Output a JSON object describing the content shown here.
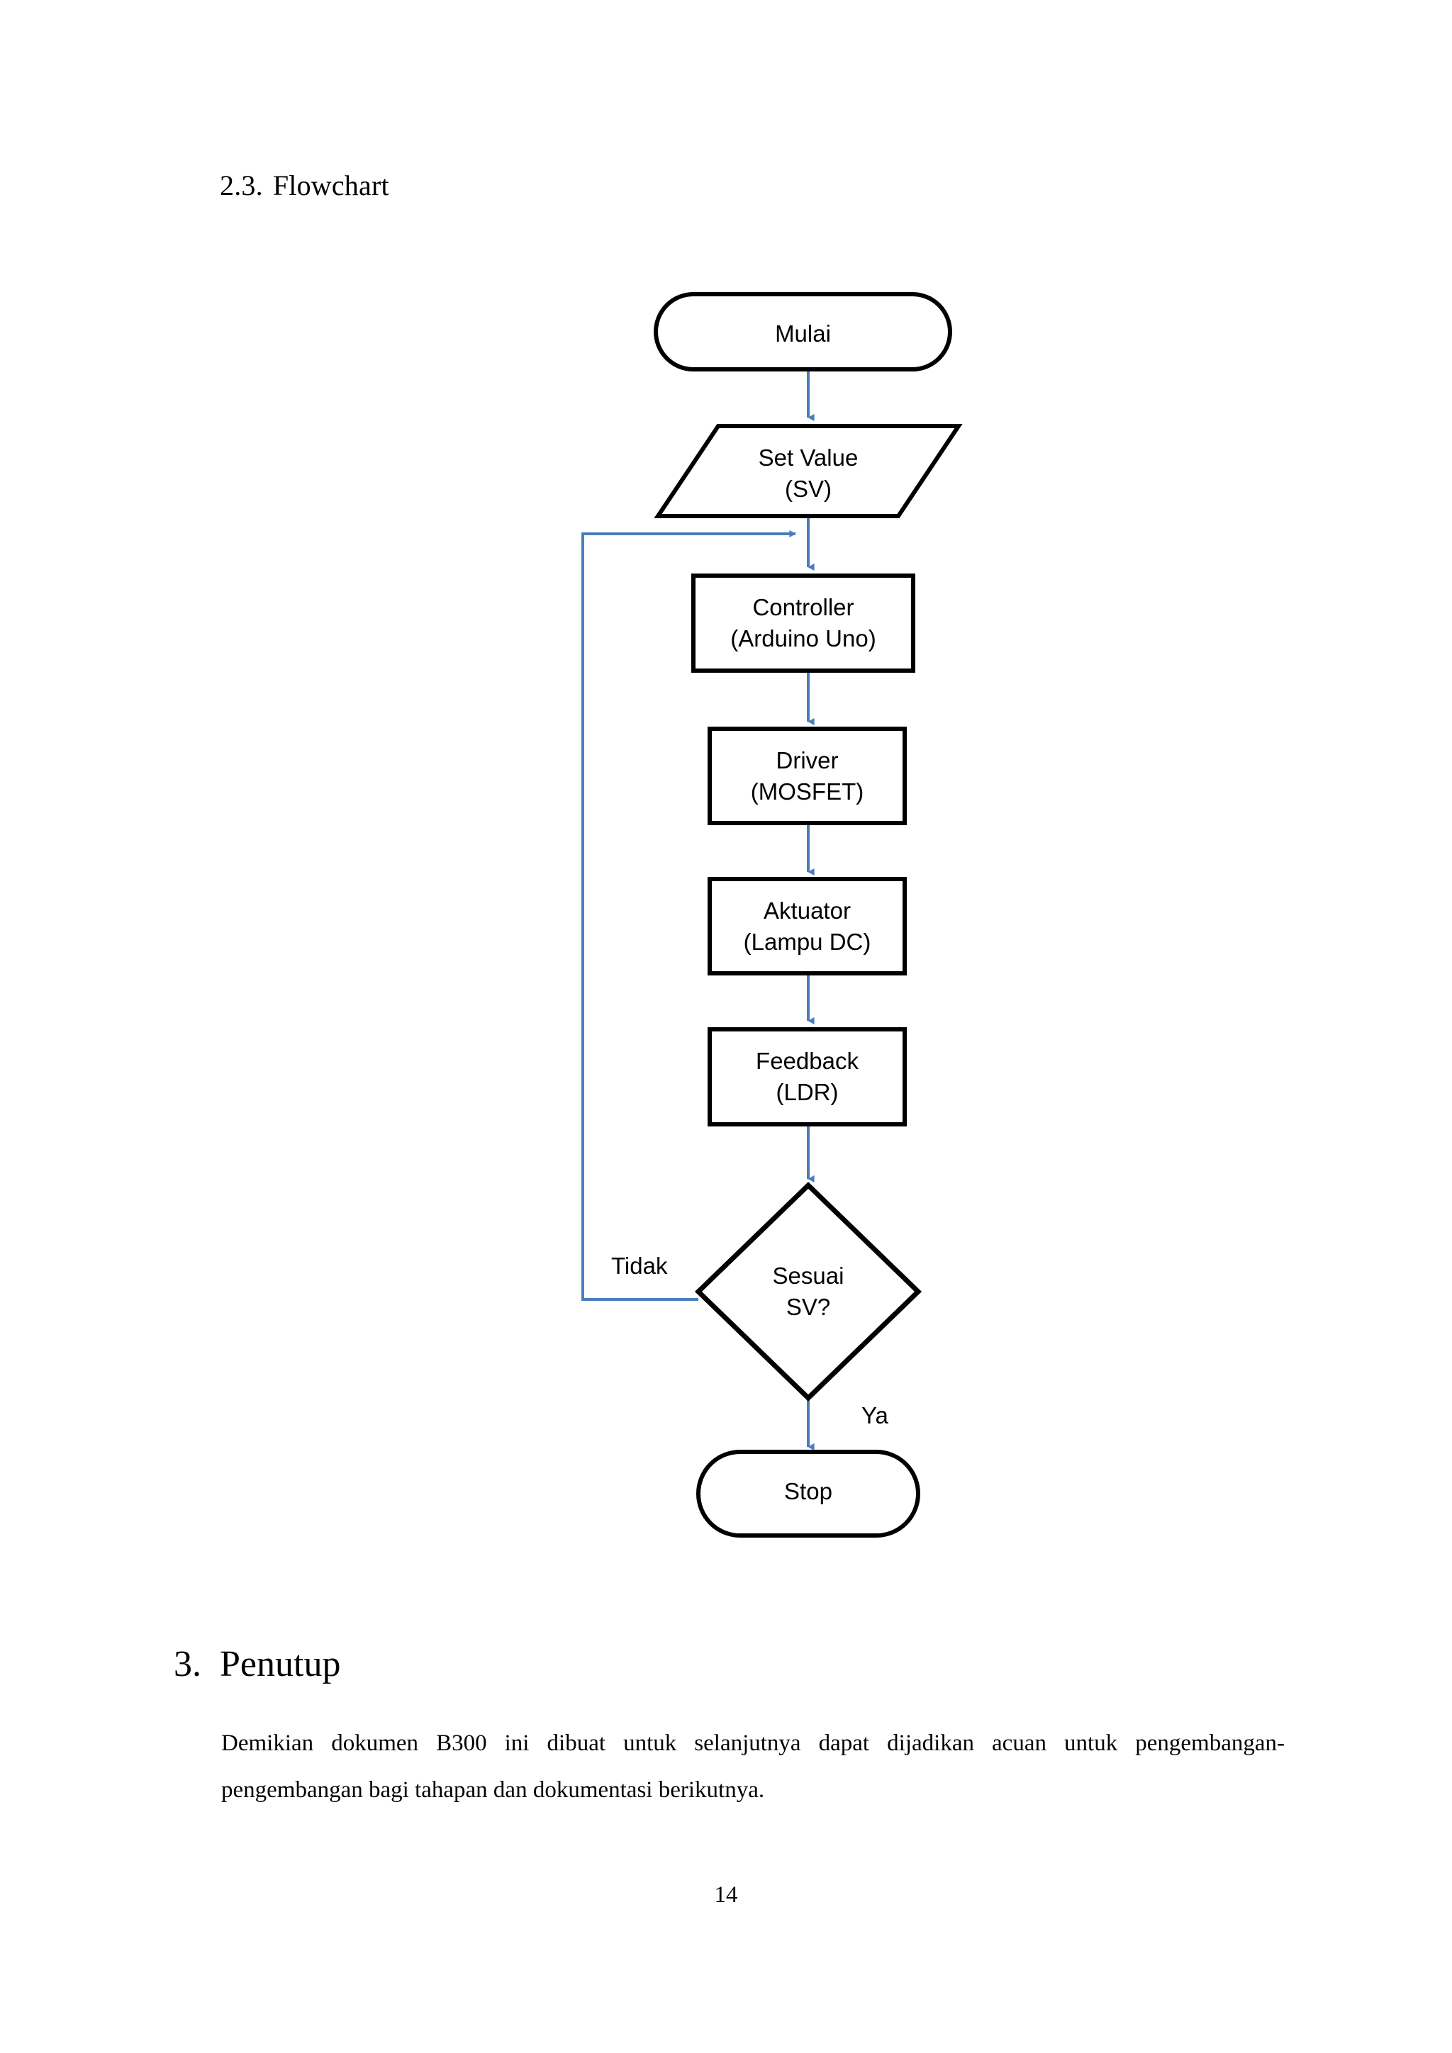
{
  "document": {
    "page_number": "14"
  },
  "section_heading": {
    "number": "2.3.",
    "title": "Flowchart"
  },
  "flowchart": {
    "nodes": [
      {
        "id": "start",
        "shape": "terminator",
        "label": "Mulai"
      },
      {
        "id": "set_value",
        "shape": "parallelogram",
        "label": "Set Value\n(SV)"
      },
      {
        "id": "controller",
        "shape": "process",
        "label": "Controller\n(Arduino Uno)"
      },
      {
        "id": "driver",
        "shape": "process",
        "label": "Driver\n(MOSFET)"
      },
      {
        "id": "aktuator",
        "shape": "process",
        "label": "Aktuator\n(Lampu DC)"
      },
      {
        "id": "feedback",
        "shape": "process",
        "label": "Feedback\n(LDR)"
      },
      {
        "id": "decision",
        "shape": "decision",
        "label": "Sesuai\nSV?"
      },
      {
        "id": "stop",
        "shape": "terminator",
        "label": "Stop"
      }
    ],
    "edges": [
      {
        "from": "start",
        "to": "set_value",
        "label": ""
      },
      {
        "from": "set_value",
        "to": "controller",
        "label": ""
      },
      {
        "from": "controller",
        "to": "driver",
        "label": ""
      },
      {
        "from": "driver",
        "to": "aktuator",
        "label": ""
      },
      {
        "from": "aktuator",
        "to": "feedback",
        "label": ""
      },
      {
        "from": "feedback",
        "to": "decision",
        "label": ""
      },
      {
        "from": "decision",
        "to": "controller",
        "label": "Tidak"
      },
      {
        "from": "decision",
        "to": "stop",
        "label": "Ya"
      }
    ],
    "edge_labels": {
      "no_branch": "Tidak",
      "yes_branch": "Ya"
    },
    "colors": {
      "shape_stroke": "#000000",
      "shape_fill": "#ffffff",
      "connector": "#4a7ebb",
      "text": "#000000"
    }
  },
  "closing_section": {
    "number": "3.",
    "title": "Penutup",
    "paragraph": "Demikian dokumen B300 ini dibuat untuk selanjutnya dapat dijadikan acuan untuk pengembangan-pengembangan bagi tahapan dan dokumentasi berikutnya."
  }
}
